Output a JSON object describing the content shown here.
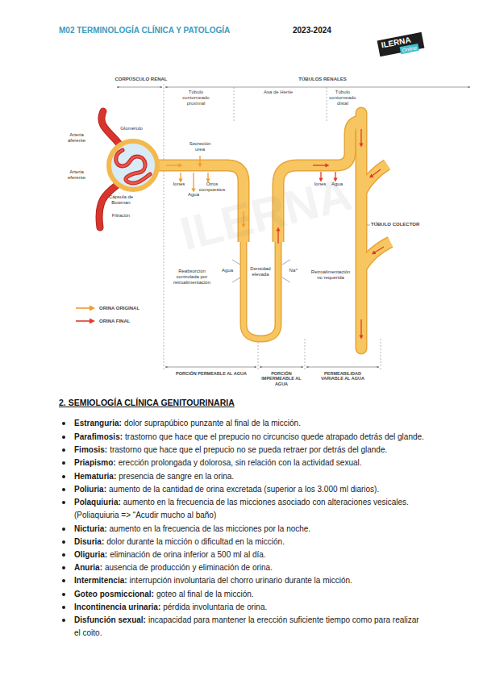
{
  "diagram": {
    "title": "2. SEMIOLOGÍA CLÍNICA GENITOURINARIA",
    "nodes": [
      {
        "text": [
          "ILERNA",
          "Online"
        ]
      }
    ],
    "labels": [
      "M02 TERMINOLOGÍA CLÍNICA Y PATOLOGÍA",
      "2023-2024",
      "CORPÚSCULO RENAL",
      "TÚBULOS RENALES",
      "Túbulo contorneado proximal",
      "Asa de Henle",
      "Túbulo contorneado distal",
      "Glomérulo",
      "Arteria aferente",
      "Arteria eferente",
      "Cápsula de Bowman",
      "Filtración",
      "Secreción urea",
      "Iones",
      "Agua",
      "Otros compuestos",
      "Iones",
      "Agua",
      "TÚBULO COLECTOR",
      "Reabsorción controlada por retroalimentación",
      "Agua",
      "Densidad elevada",
      "Na⁺",
      "Retroalimentación no requerida",
      "PORCIÓN PERMEABLE AL AGUA",
      "PORCIÓN IMPERMEABLE AL AGUA",
      "PERMEABILIDAD VARIABLE AL AGUA",
      "ILERNA",
      "Estranguria:",
      "dolor suprapúbico punzante al final de la micción.",
      "Parafimosis:",
      "trastorno que hace que el prepucio no circunciso quede atrapado detrás del glande.",
      "Fimosis:",
      "trastorno que hace que el prepucio no se pueda retraer por detrás del glande.",
      "Priapismo:",
      "erección prolongada y dolorosa, sin relación con la actividad sexual.",
      "Hematuria:",
      "presencia de sangre en la orina.",
      "Poliuria:",
      "aumento de la cantidad de orina excretada (superior a los 3.000 ml diarios).",
      "Polaquiuria:",
      "aumento en la frecuencia de las micciones asociado con alteraciones vesicales. (Poliaquiuria => “Acudir mucho al baño)",
      "Nicturia:",
      "aumento en la frecuencia de las micciones por la noche.",
      "Disuria:",
      "dolor durante la micción o dificultad en la micción.",
      "Oliguria:",
      "eliminación de orina inferior a 500 ml al día.",
      "Anuria:",
      "ausencia de producción y eliminación de orina.",
      "Intermitencia:",
      "interrupción involuntaria del chorro urinario durante la micción.",
      "Goteo posmiccional:",
      "goteo al final de la micción.",
      "Incontinencia urinaria:",
      "pérdida involuntaria de orina.",
      "Disfunción sexual:",
      "incapacidad para mantener la erección suficiente tiempo como para realizar el coito."
    ],
    "legend": [
      {
        "text": "ORINA ORIGINAL"
      },
      {
        "text": "ORINA FINAL"
      }
    ]
  }
}
